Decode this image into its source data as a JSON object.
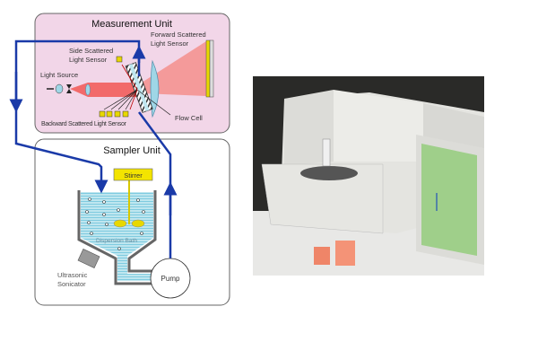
{
  "measurement_unit": {
    "title": "Measurement Unit",
    "forward_sensor": [
      "Forward Scattered",
      "Light Sensor"
    ],
    "side_sensor": [
      "Side Scattered",
      "Light Sensor"
    ],
    "light_source": "Light Source",
    "backward_sensor": "Backward Scattered Light Sensor",
    "flow_cell": "Flow Cell"
  },
  "sampler_unit": {
    "title": "Sampler Unit",
    "stirrer": "Stirrer",
    "dispersion_bath": "Dispersion Bath",
    "sonicator": [
      "Ultrasonic",
      "Sonicator"
    ],
    "pump": "Pump"
  },
  "colors": {
    "measurement_bg": "#f2d6e8",
    "flow_line": "#1a3aa8",
    "beam": "#f26a6a",
    "water": "#bfe6ef"
  }
}
